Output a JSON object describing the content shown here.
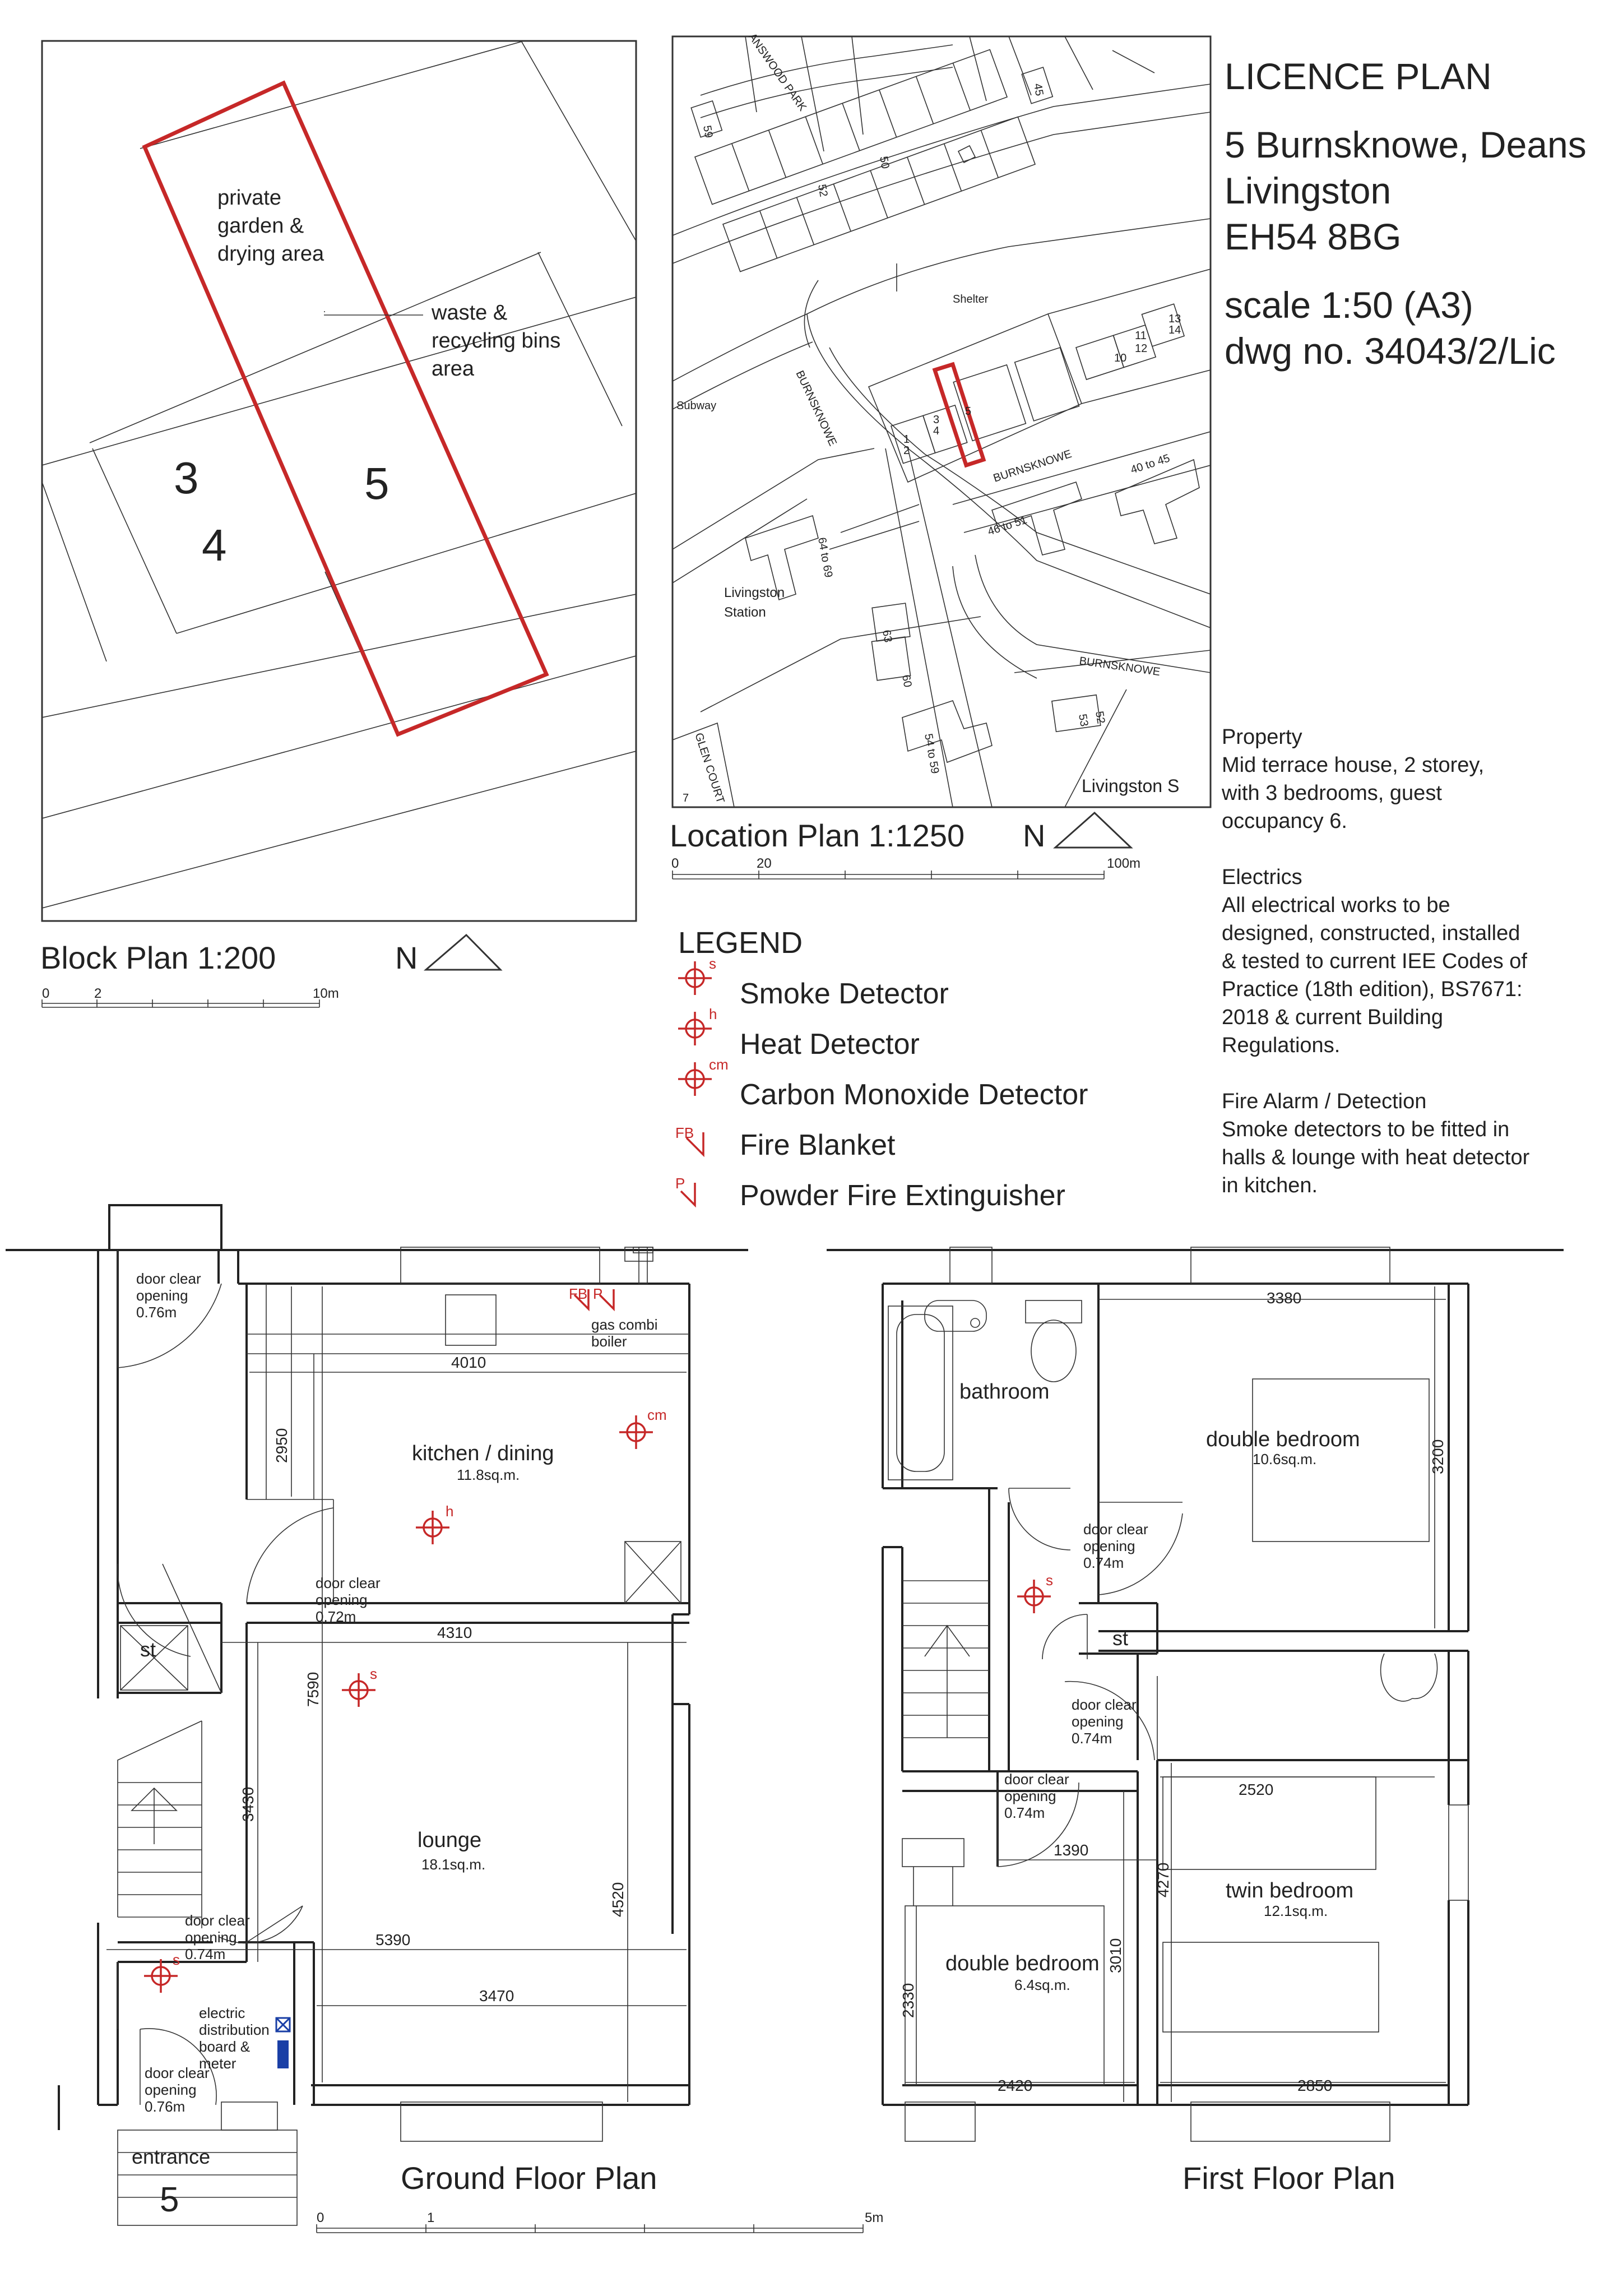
{
  "title_block": {
    "heading": "LICENCE PLAN",
    "address_line1": "5 Burnsknowe, Deans",
    "address_line2": "Livingston",
    "address_line3": "EH54 8BG",
    "scale": "scale 1:50 (A3)",
    "drawing_no": "dwg no. 34043/2/Lic"
  },
  "notes": {
    "property_heading": "Property",
    "property_text": "Mid terrace house, 2 storey,\nwith 3 bedrooms, guest\noccupancy 6.",
    "electrics_heading": "Electrics",
    "electrics_text": "All electrical works to be\ndesigned, constructed, installed\n& tested to current IEE Codes of\nPractice (18th edition), BS7671:\n2018 & current Building\nRegulations.",
    "fire_heading": "Fire Alarm / Detection",
    "fire_text": "Smoke detectors to be fitted in\nhalls & lounge with heat detector\nin kitchen."
  },
  "block_plan": {
    "title": "Block Plan 1:200",
    "north": "N",
    "scale_labels": [
      "0",
      "2",
      "10m"
    ],
    "garden_label": [
      "private",
      "garden &",
      "drying area"
    ],
    "bins_label": [
      "waste &",
      "recycling bins",
      "area"
    ],
    "house_numbers": [
      "3",
      "4",
      "5"
    ]
  },
  "location_plan": {
    "title": "Location Plan 1:1250",
    "north": "N",
    "scale_labels": [
      "0",
      "20",
      "100m"
    ],
    "labels": {
      "shelter": "Shelter",
      "subway": "Subway",
      "station": [
        "Livingston",
        "Station"
      ],
      "burnsknowe": "BURNSKNOWE",
      "glen_court": "GLEN COURT",
      "park": "ANSWOOD PARK",
      "livingston_s": "Livingston S",
      "numbers": [
        "59",
        "52",
        "50",
        "45",
        "10",
        "11",
        "12",
        "13",
        "14",
        "1",
        "2",
        "3",
        "4",
        "5",
        "40 to 45",
        "46 to 51",
        "64 to 69",
        "63",
        "60",
        "54 to 59",
        "53",
        "52",
        "7"
      ]
    }
  },
  "legend": {
    "title": "LEGEND",
    "items": [
      {
        "tag": "s",
        "label": "Smoke Detector"
      },
      {
        "tag": "h",
        "label": "Heat Detector"
      },
      {
        "tag": "cm",
        "label": "Carbon Monoxide Detector"
      },
      {
        "tag": "FB",
        "label": "Fire Blanket"
      },
      {
        "tag": "P",
        "label": "Powder Fire Extinguisher"
      }
    ]
  },
  "ground_floor": {
    "title": "Ground Floor Plan",
    "scale_labels": [
      "0",
      "1",
      "5m"
    ],
    "kitchen": {
      "name": "kitchen / dining",
      "area": "11.8sq.m."
    },
    "lounge": {
      "name": "lounge",
      "area": "18.1sq.m."
    },
    "boiler": [
      "gas combi",
      "boiler"
    ],
    "electric": [
      "electric",
      "distribution",
      "board &",
      "meter"
    ],
    "entrance": "entrance",
    "house_no": "5",
    "store": "st",
    "doors": {
      "front": [
        "door clear",
        "opening",
        "0.76m"
      ],
      "kitchen": [
        "door clear",
        "opening",
        "0.72m"
      ],
      "hall": [
        "door clear",
        "opening",
        "0.74m"
      ],
      "entrance": [
        "door clear",
        "opening",
        "0.76m"
      ]
    },
    "dims": [
      "4010",
      "2950",
      "4310",
      "7590",
      "3430",
      "4520",
      "5390",
      "3470"
    ],
    "tags": {
      "fb": "FB",
      "p": "P",
      "cm": "cm",
      "h": "h",
      "s": "s"
    }
  },
  "first_floor": {
    "title": "First Floor Plan",
    "bathroom": "bathroom",
    "bed1": {
      "name": "double bedroom",
      "area": "10.6sq.m."
    },
    "bed2": {
      "name": "twin bedroom",
      "area": "12.1sq.m."
    },
    "bed3": {
      "name": "double bedroom",
      "area": "6.4sq.m."
    },
    "store": "st",
    "doors": {
      "d1": [
        "door clear",
        "opening",
        "0.74m"
      ],
      "d2": [
        "door clear",
        "opening",
        "0.74m"
      ],
      "d3": [
        "door clear",
        "opening",
        "0.74m"
      ]
    },
    "dims": [
      "3380",
      "3200",
      "2520",
      "4270",
      "1390",
      "3010",
      "2330",
      "2420",
      "2850"
    ],
    "tags": {
      "s": "s"
    }
  }
}
